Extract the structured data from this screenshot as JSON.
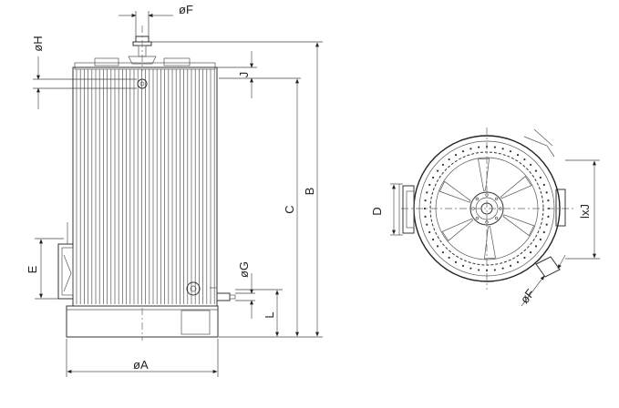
{
  "labels": {
    "dia_f_top": "øF",
    "dia_h": "øH",
    "dim_j": "J",
    "dim_c": "C",
    "dim_b": "B",
    "dim_e": "E",
    "dia_g": "øG",
    "dim_l": "L",
    "dia_a": "øA",
    "dim_d": "D",
    "dim_lxj": "lxJ",
    "dia_f_plan": "øF"
  }
}
